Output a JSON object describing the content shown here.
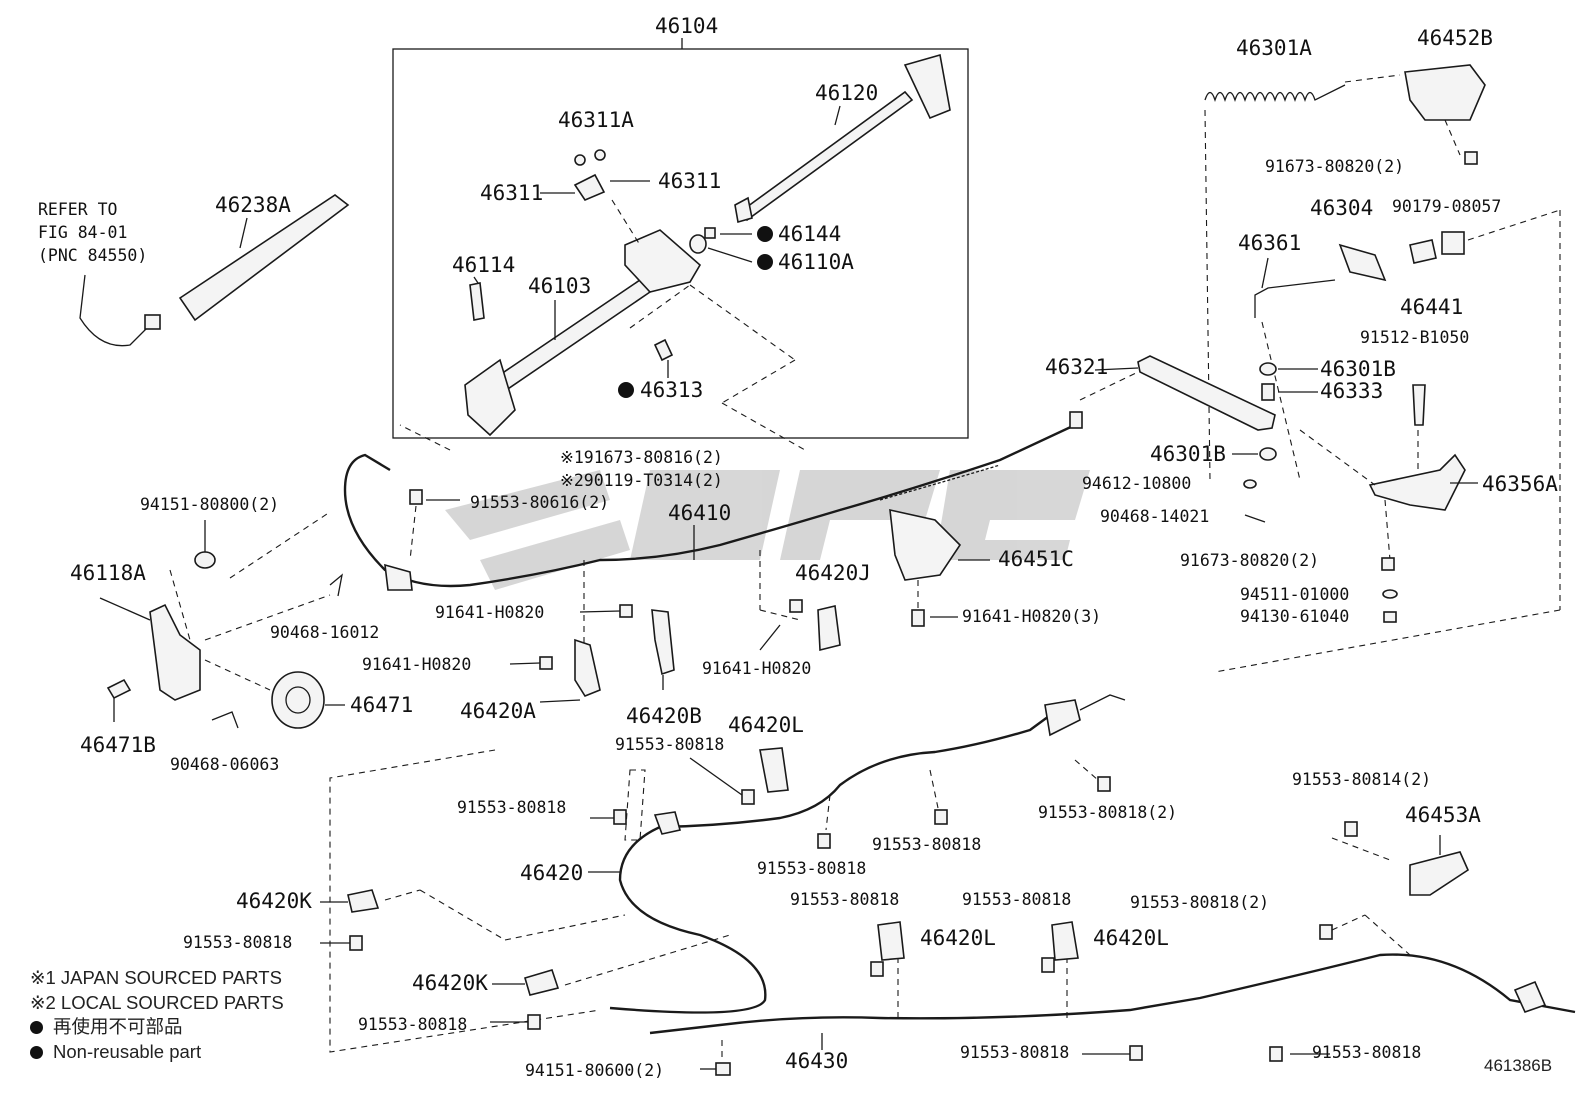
{
  "diagram": {
    "figure_number": "461386B",
    "refer_note": [
      "REFER TO",
      "FIG 84-01",
      "(PNC 84550)"
    ],
    "labels": [
      {
        "id": "l46104",
        "text": "46104"
      },
      {
        "id": "l46120",
        "text": "46120"
      },
      {
        "id": "l46311A",
        "text": "46311A"
      },
      {
        "id": "l46311a",
        "text": "46311"
      },
      {
        "id": "l46311b",
        "text": "46311"
      },
      {
        "id": "l46144",
        "text": "46144"
      },
      {
        "id": "l46110A",
        "text": "46110A"
      },
      {
        "id": "l46114",
        "text": "46114"
      },
      {
        "id": "l46103",
        "text": "46103"
      },
      {
        "id": "l46313",
        "text": "46313"
      },
      {
        "id": "l46238A",
        "text": "46238A"
      },
      {
        "id": "l46301A",
        "text": "46301A"
      },
      {
        "id": "l46452B",
        "text": "46452B"
      },
      {
        "id": "l91673_2a",
        "text": "91673-80820(2)"
      },
      {
        "id": "l46304",
        "text": "46304"
      },
      {
        "id": "l90179",
        "text": "90179-08057"
      },
      {
        "id": "l46361",
        "text": "46361"
      },
      {
        "id": "l46441",
        "text": "46441"
      },
      {
        "id": "l91512",
        "text": "91512-B1050"
      },
      {
        "id": "l46321",
        "text": "46321"
      },
      {
        "id": "l46301Ba",
        "text": "46301B"
      },
      {
        "id": "l46333",
        "text": "46333"
      },
      {
        "id": "l46301Bb",
        "text": "46301B"
      },
      {
        "id": "l94612",
        "text": "94612-10800"
      },
      {
        "id": "l46356A",
        "text": "46356A"
      },
      {
        "id": "l90468_14",
        "text": "90468-14021"
      },
      {
        "id": "l91673_2b",
        "text": "91673-80820(2)"
      },
      {
        "id": "l94511",
        "text": "94511-01000"
      },
      {
        "id": "l94130",
        "text": "94130-61040"
      },
      {
        "id": "lnote1",
        "text": "※191673-80816(2)"
      },
      {
        "id": "lnote2",
        "text": "※290119-T0314(2)"
      },
      {
        "id": "l94151_800",
        "text": "94151-80800(2)"
      },
      {
        "id": "l91553_616",
        "text": "91553-80616(2)"
      },
      {
        "id": "l46410",
        "text": "46410"
      },
      {
        "id": "l46118A",
        "text": "46118A"
      },
      {
        "id": "l90468_16",
        "text": "90468-16012"
      },
      {
        "id": "l46420J",
        "text": "46420J"
      },
      {
        "id": "l46451C",
        "text": "46451C"
      },
      {
        "id": "l91641a",
        "text": "91641-H0820"
      },
      {
        "id": "l91641b",
        "text": "91641-H0820"
      },
      {
        "id": "l91641c",
        "text": "91641-H0820"
      },
      {
        "id": "l91641_3",
        "text": "91641-H0820(3)"
      },
      {
        "id": "l46471",
        "text": "46471"
      },
      {
        "id": "l46420A",
        "text": "46420A"
      },
      {
        "id": "l46420B",
        "text": "46420B"
      },
      {
        "id": "l46471B",
        "text": "46471B"
      },
      {
        "id": "l90468_06",
        "text": "90468-06063"
      },
      {
        "id": "l46420L_a",
        "text": "46420L"
      },
      {
        "id": "l91553_818a",
        "text": "91553-80818"
      },
      {
        "id": "l91553_818b",
        "text": "91553-80818"
      },
      {
        "id": "l91553_818_2a",
        "text": "91553-80818(2)"
      },
      {
        "id": "l91553_814",
        "text": "91553-80814(2)"
      },
      {
        "id": "l46453A",
        "text": "46453A"
      },
      {
        "id": "l91553_818c",
        "text": "91553-80818"
      },
      {
        "id": "l91553_818d",
        "text": "91553-80818"
      },
      {
        "id": "l46420",
        "text": "46420"
      },
      {
        "id": "l46420K_a",
        "text": "46420K"
      },
      {
        "id": "l91553_818e",
        "text": "91553-80818"
      },
      {
        "id": "l91553_818f",
        "text": "91553-80818"
      },
      {
        "id": "l46420L_b",
        "text": "46420L"
      },
      {
        "id": "l91553_818g",
        "text": "91553-80818"
      },
      {
        "id": "l46420L_c",
        "text": "46420L"
      },
      {
        "id": "l91553_818_2b",
        "text": "91553-80818(2)"
      },
      {
        "id": "l46420K_b",
        "text": "46420K"
      },
      {
        "id": "l91553_818h",
        "text": "91553-80818"
      },
      {
        "id": "l46430",
        "text": "46430"
      },
      {
        "id": "l91553_818i",
        "text": "91553-80818"
      },
      {
        "id": "l91553_818j",
        "text": "91553-80818"
      },
      {
        "id": "l94151_600",
        "text": "94151-80600(2)"
      }
    ]
  },
  "legend": {
    "japan_sourced": "※1 JAPAN SOURCED PARTS",
    "local_sourced": "※2 LOCAL SOURCED PARTS",
    "non_reusable_jp": "再使用不可部品",
    "non_reusable_en": "Non-reusable part"
  }
}
